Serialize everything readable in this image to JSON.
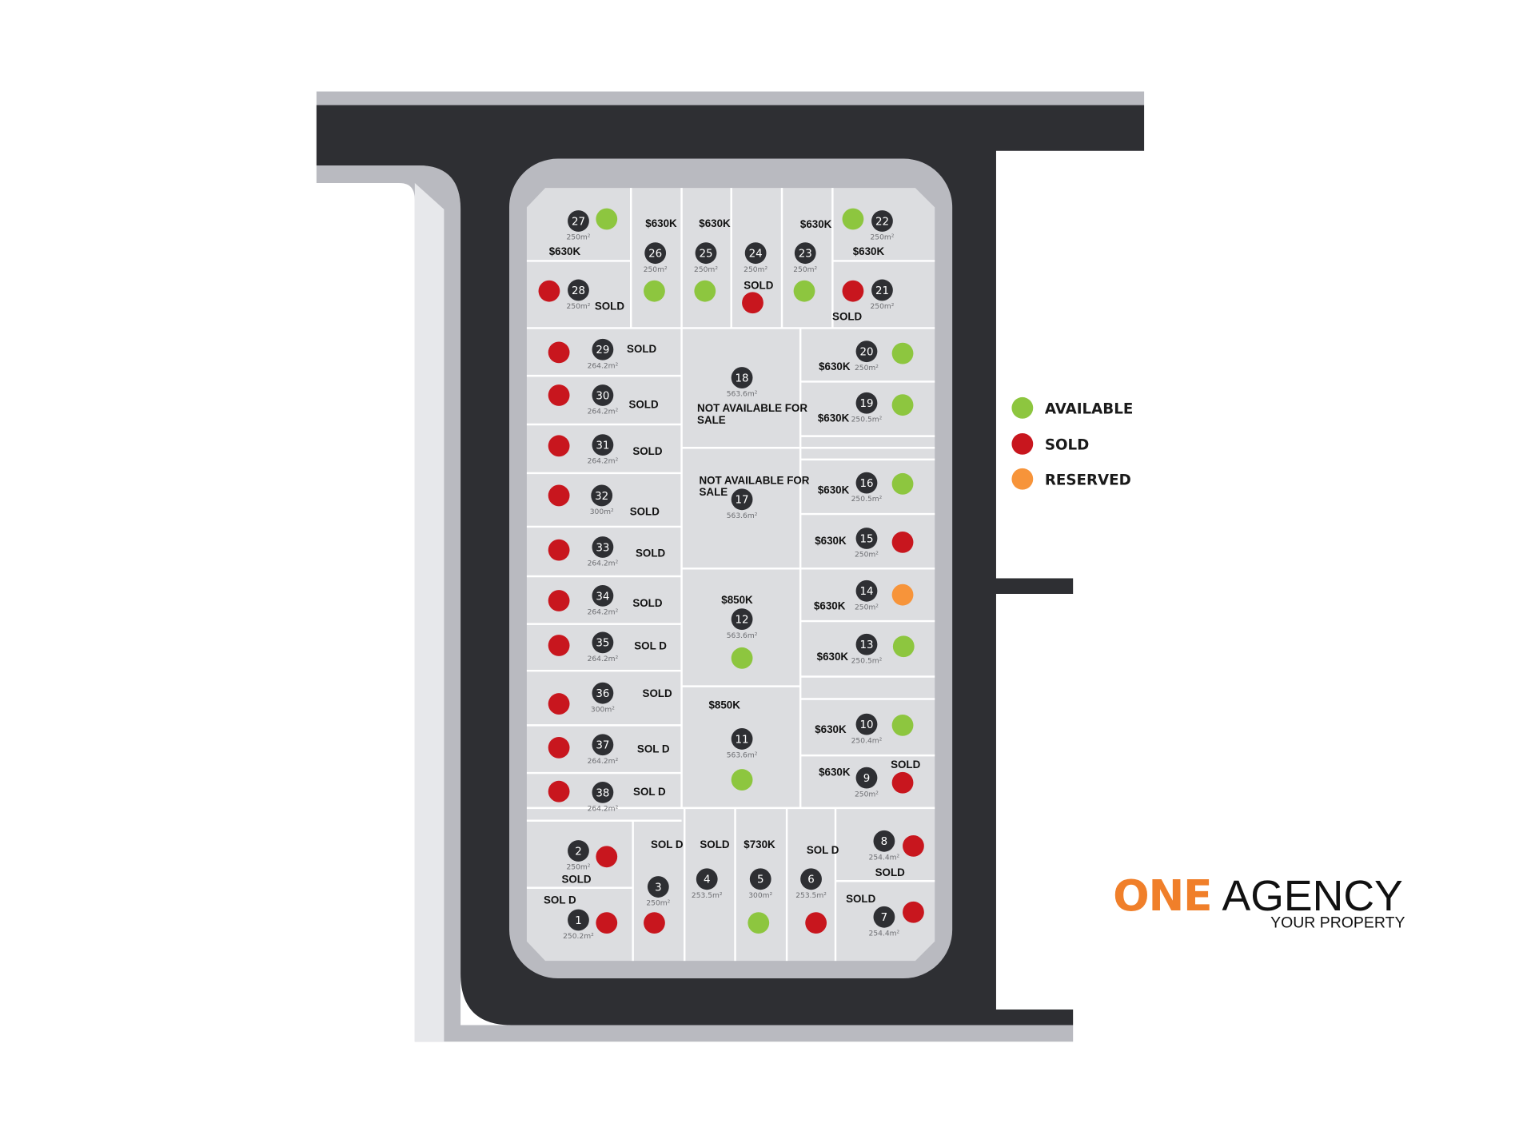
{
  "colors": {
    "available": "#8dc63f",
    "sold": "#c8161e",
    "reserved": "#f7943a",
    "badge": "#2e2f33",
    "road": "#2e2f33",
    "kerb": "#b9bac0",
    "lot": "#dcdde0",
    "brand_orange": "#f07f2a"
  },
  "legend": [
    {
      "status": "available",
      "label": "AVAILABLE"
    },
    {
      "status": "sold",
      "label": "SOLD"
    },
    {
      "status": "reserved",
      "label": "RESERVED"
    }
  ],
  "logo": {
    "part1": "ONE",
    "part2": "AGENCY",
    "tagline": "YOUR PROPERTY"
  },
  "lots": [
    {
      "number": "27",
      "area": "250m²",
      "label": "$630K",
      "status": "available"
    },
    {
      "number": "26",
      "area": "250m²",
      "label": "$630K",
      "status": "available"
    },
    {
      "number": "25",
      "area": "250m²",
      "label": "$630K",
      "status": "available"
    },
    {
      "number": "24",
      "area": "250m²",
      "label": "SOLD",
      "status": "sold"
    },
    {
      "number": "23",
      "area": "250m²",
      "label": "$630K",
      "status": "available"
    },
    {
      "number": "22",
      "area": "250m²",
      "label": "$630K",
      "status": "available"
    },
    {
      "number": "28",
      "area": "250m²",
      "label": "SOLD",
      "status": "sold"
    },
    {
      "number": "21",
      "area": "250m²",
      "label": "SOLD",
      "status": "sold"
    },
    {
      "number": "29",
      "area": "264.2m²",
      "label": "SOLD",
      "status": "sold"
    },
    {
      "number": "30",
      "area": "264.2m²",
      "label": "SOLD",
      "status": "sold"
    },
    {
      "number": "31",
      "area": "264.2m²",
      "label": "SOLD",
      "status": "sold"
    },
    {
      "number": "32",
      "area": "300m²",
      "label": "SOLD",
      "status": "sold"
    },
    {
      "number": "33",
      "area": "264.2m²",
      "label": "SOLD",
      "status": "sold"
    },
    {
      "number": "34",
      "area": "264.2m²",
      "label": "SOLD",
      "status": "sold"
    },
    {
      "number": "35",
      "area": "264.2m²",
      "label": "SOL D",
      "status": "sold"
    },
    {
      "number": "36",
      "area": "300m²",
      "label": "SOLD",
      "status": "sold"
    },
    {
      "number": "37",
      "area": "264.2m²",
      "label": "SOL D",
      "status": "sold"
    },
    {
      "number": "38",
      "area": "264.2m²",
      "label": "SOL D",
      "status": "sold"
    },
    {
      "number": "18",
      "area": "563.6m²",
      "label": "NOT AVAILABLE FOR",
      "label2": "SALE",
      "status": "none"
    },
    {
      "number": "17",
      "area": "563.6m²",
      "label": "NOT AVAILABLE FOR",
      "label2": "SALE",
      "status": "none"
    },
    {
      "number": "12",
      "area": "563.6m²",
      "label": "$850K",
      "status": "available"
    },
    {
      "number": "11",
      "area": "563.6m²",
      "label": "$850K",
      "status": "available"
    },
    {
      "number": "20",
      "area": "250m²",
      "label": "$630K",
      "status": "available"
    },
    {
      "number": "19",
      "area": "250.5m²",
      "label": "$630K",
      "status": "available"
    },
    {
      "number": "16",
      "area": "250.5m²",
      "label": "$630K",
      "status": "available"
    },
    {
      "number": "15",
      "area": "250m²",
      "label": "$630K",
      "status": "sold"
    },
    {
      "number": "14",
      "area": "250m²",
      "label": "$630K",
      "status": "reserved"
    },
    {
      "number": "13",
      "area": "250.5m²",
      "label": "$630K",
      "status": "available"
    },
    {
      "number": "10",
      "area": "250.4m²",
      "label": "$630K",
      "status": "available"
    },
    {
      "number": "9",
      "area": "250m²",
      "label": "$630K",
      "label2": "SOLD",
      "status": "sold"
    },
    {
      "number": "8",
      "area": "254.4m²",
      "label": "SOLD",
      "status": "sold"
    },
    {
      "number": "7",
      "area": "254.4m²",
      "label": "SOLD",
      "status": "sold"
    },
    {
      "number": "2",
      "area": "250m²",
      "label": "SOLD",
      "status": "sold"
    },
    {
      "number": "1",
      "area": "250.2m²",
      "label": "SOL D",
      "status": "sold"
    },
    {
      "number": "3",
      "area": "250m²",
      "label": "SOL D",
      "status": "sold"
    },
    {
      "number": "4",
      "area": "253.5m²",
      "label": "SOLD",
      "status": "none"
    },
    {
      "number": "5",
      "area": "300m²",
      "label": "$730K",
      "status": "available"
    },
    {
      "number": "6",
      "area": "253.5m²",
      "label": "SOL D",
      "status": "sold"
    }
  ]
}
